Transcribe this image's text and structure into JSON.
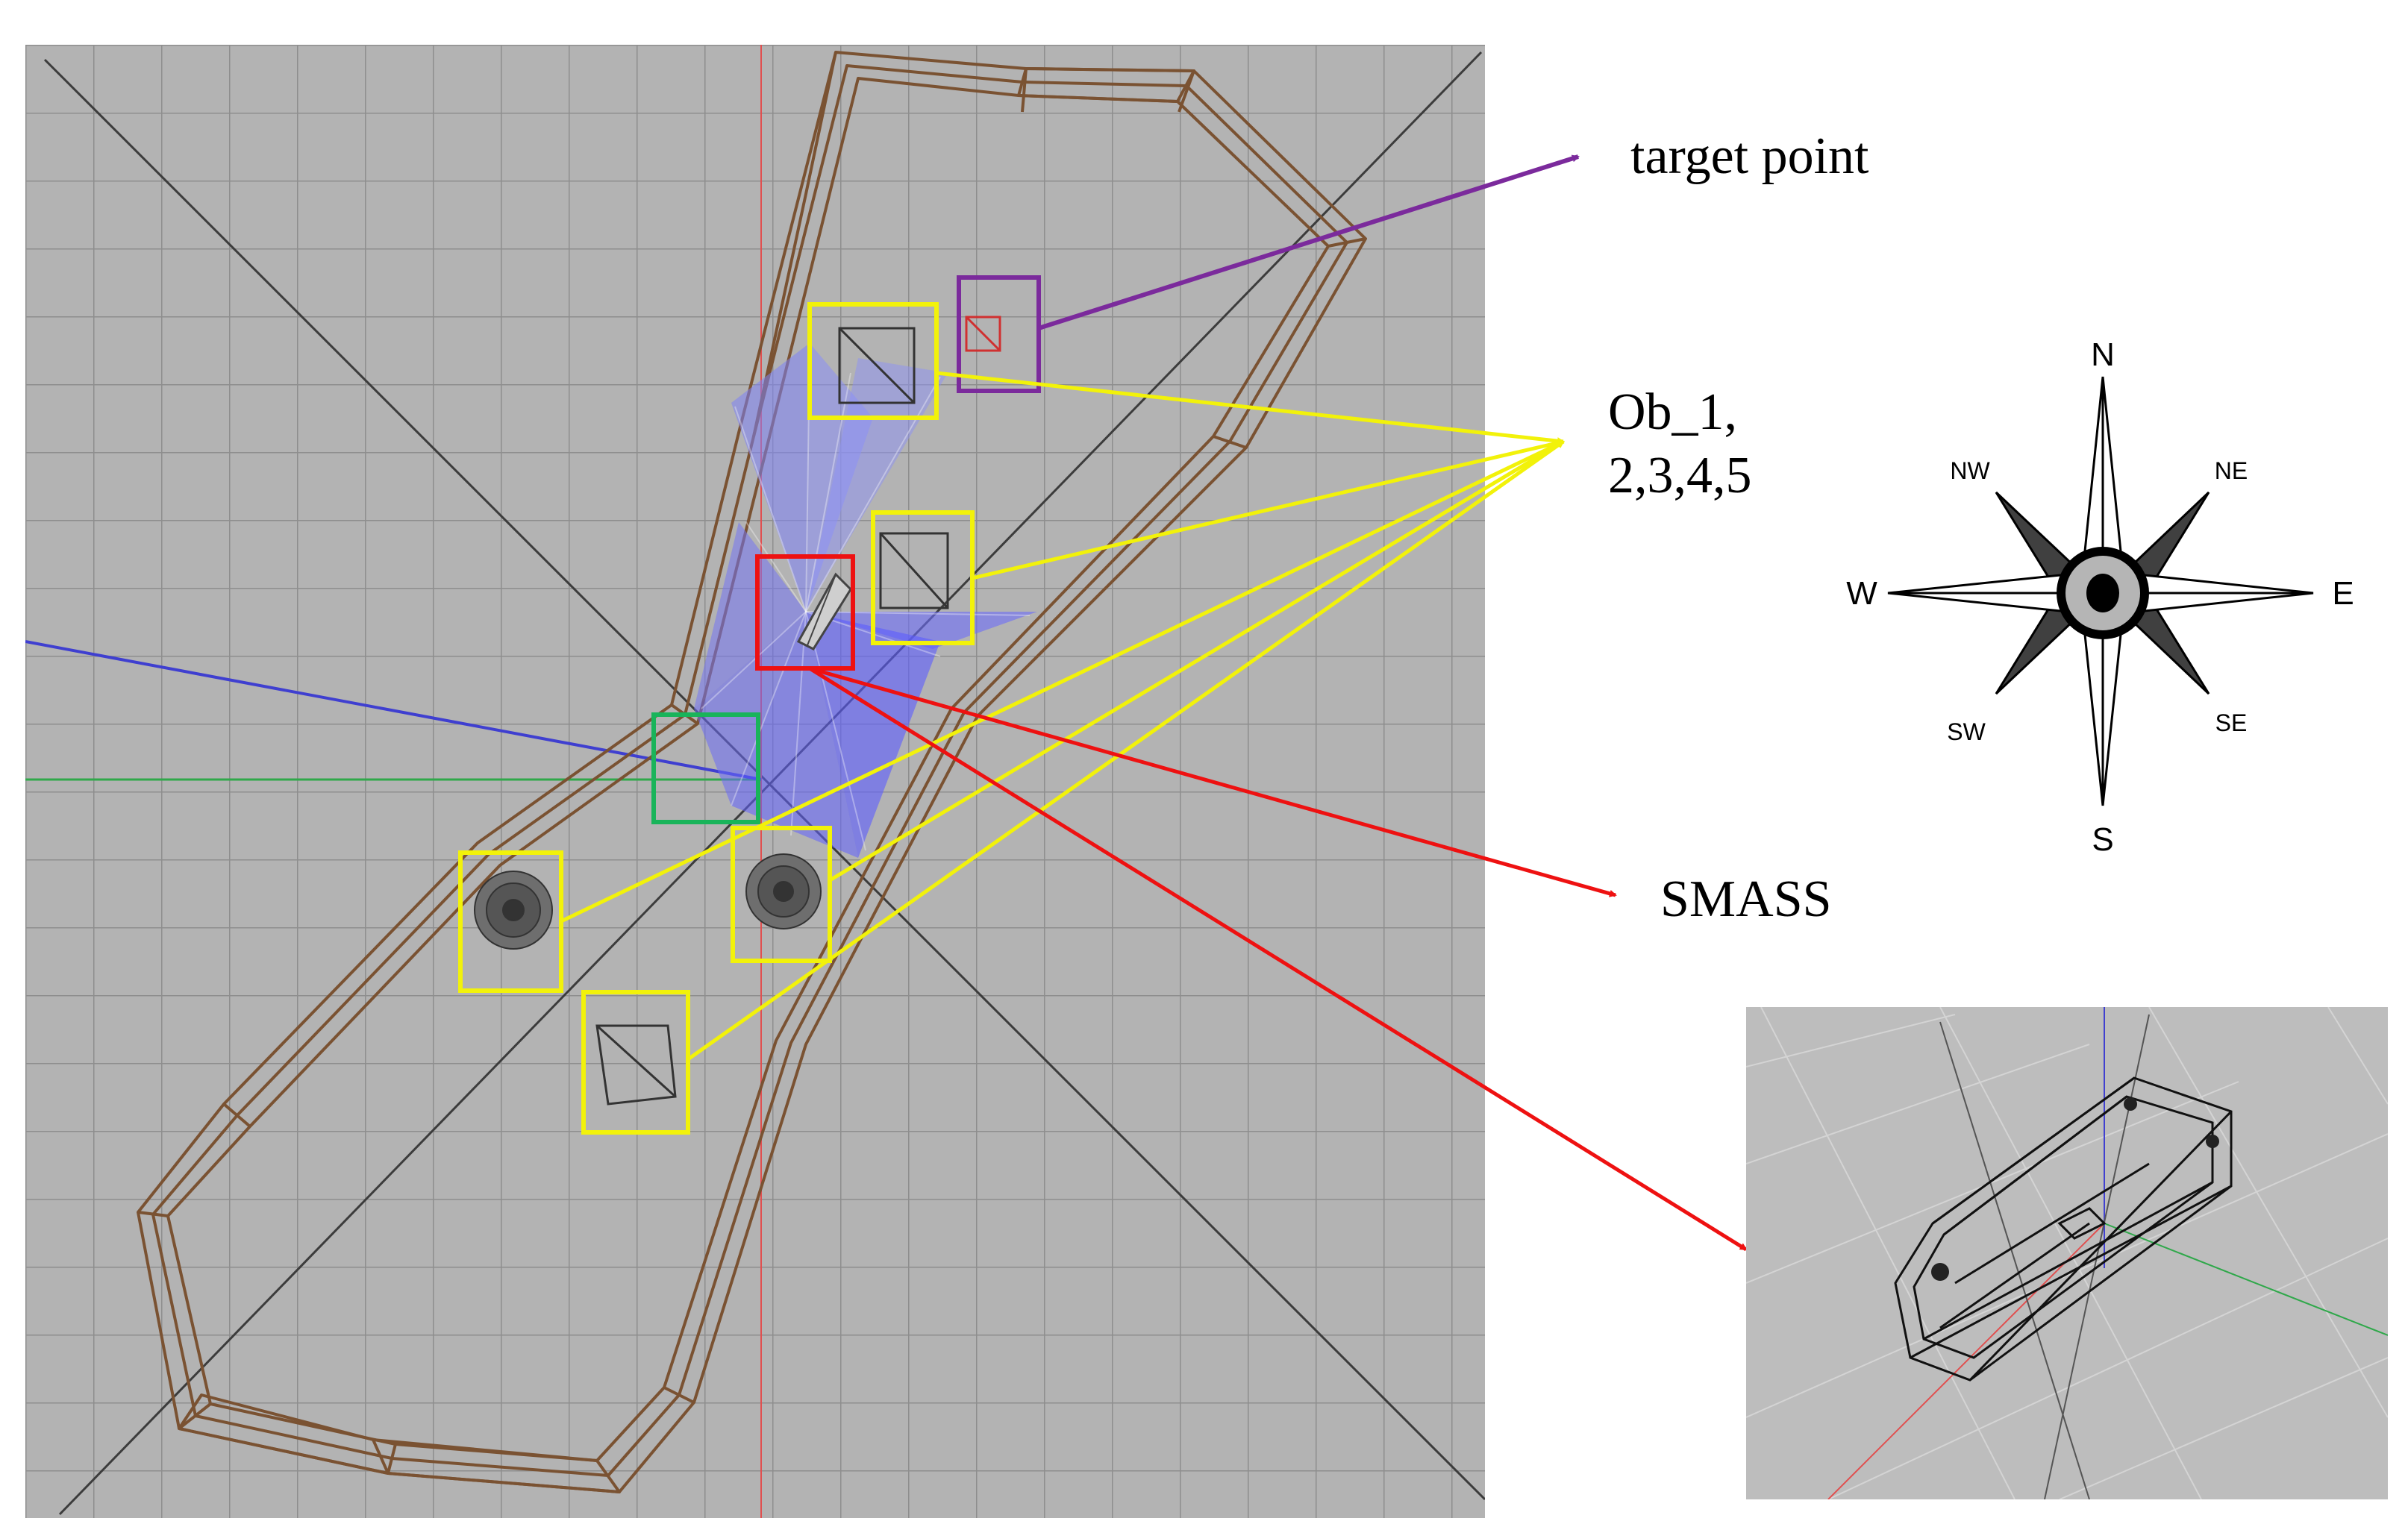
{
  "labels": {
    "target_point": "target point",
    "obstacles_line1": "Ob_1,",
    "obstacles_line2": "2,3,4,5",
    "smass": "SMASS"
  },
  "compass": {
    "north": "N",
    "south": "S",
    "east": "E",
    "west": "W",
    "northeast": "NE",
    "northwest": "NW",
    "southeast": "SE",
    "southwest": "SW"
  },
  "colors": {
    "viewport_bg": "#b3b3b3",
    "grid": "#8e8e8e",
    "hull": "#7a5232",
    "obstacle_box": "#f2f20a",
    "target_box": "#7b2a9c",
    "smass_box": "#ee1111",
    "start_box": "#19b45a",
    "sensor_rays": "#5b5bff"
  }
}
